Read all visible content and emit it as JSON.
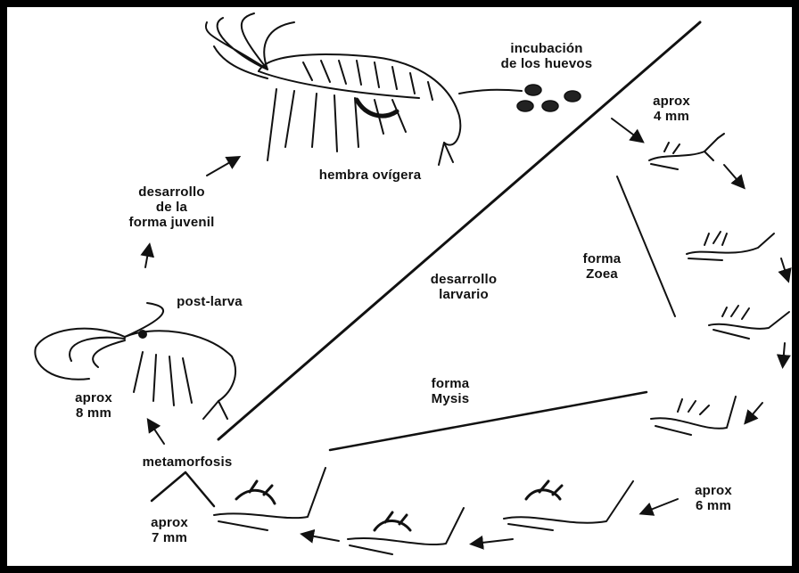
{
  "labels": {
    "incubacion": "incubación\nde los huevos",
    "hembra": "hembra ovígera",
    "desarrollo_juvenil": "desarrollo\nde la\nforma juvenil",
    "postlarva": "post-larva",
    "aprox8": "aprox\n8 mm",
    "metamorfosis": "metamorfosis",
    "aprox7": "aprox\n7 mm",
    "desarrollo_larvario": "desarrollo\nlarvario",
    "forma_zoea": "forma\nZoea",
    "forma_mysis": "forma\nMysis",
    "aprox4": "aprox\n4 mm",
    "aprox6": "aprox\n6 mm"
  },
  "colors": {
    "ink": "#111111",
    "background": "#ffffff",
    "frame": "#000000"
  }
}
